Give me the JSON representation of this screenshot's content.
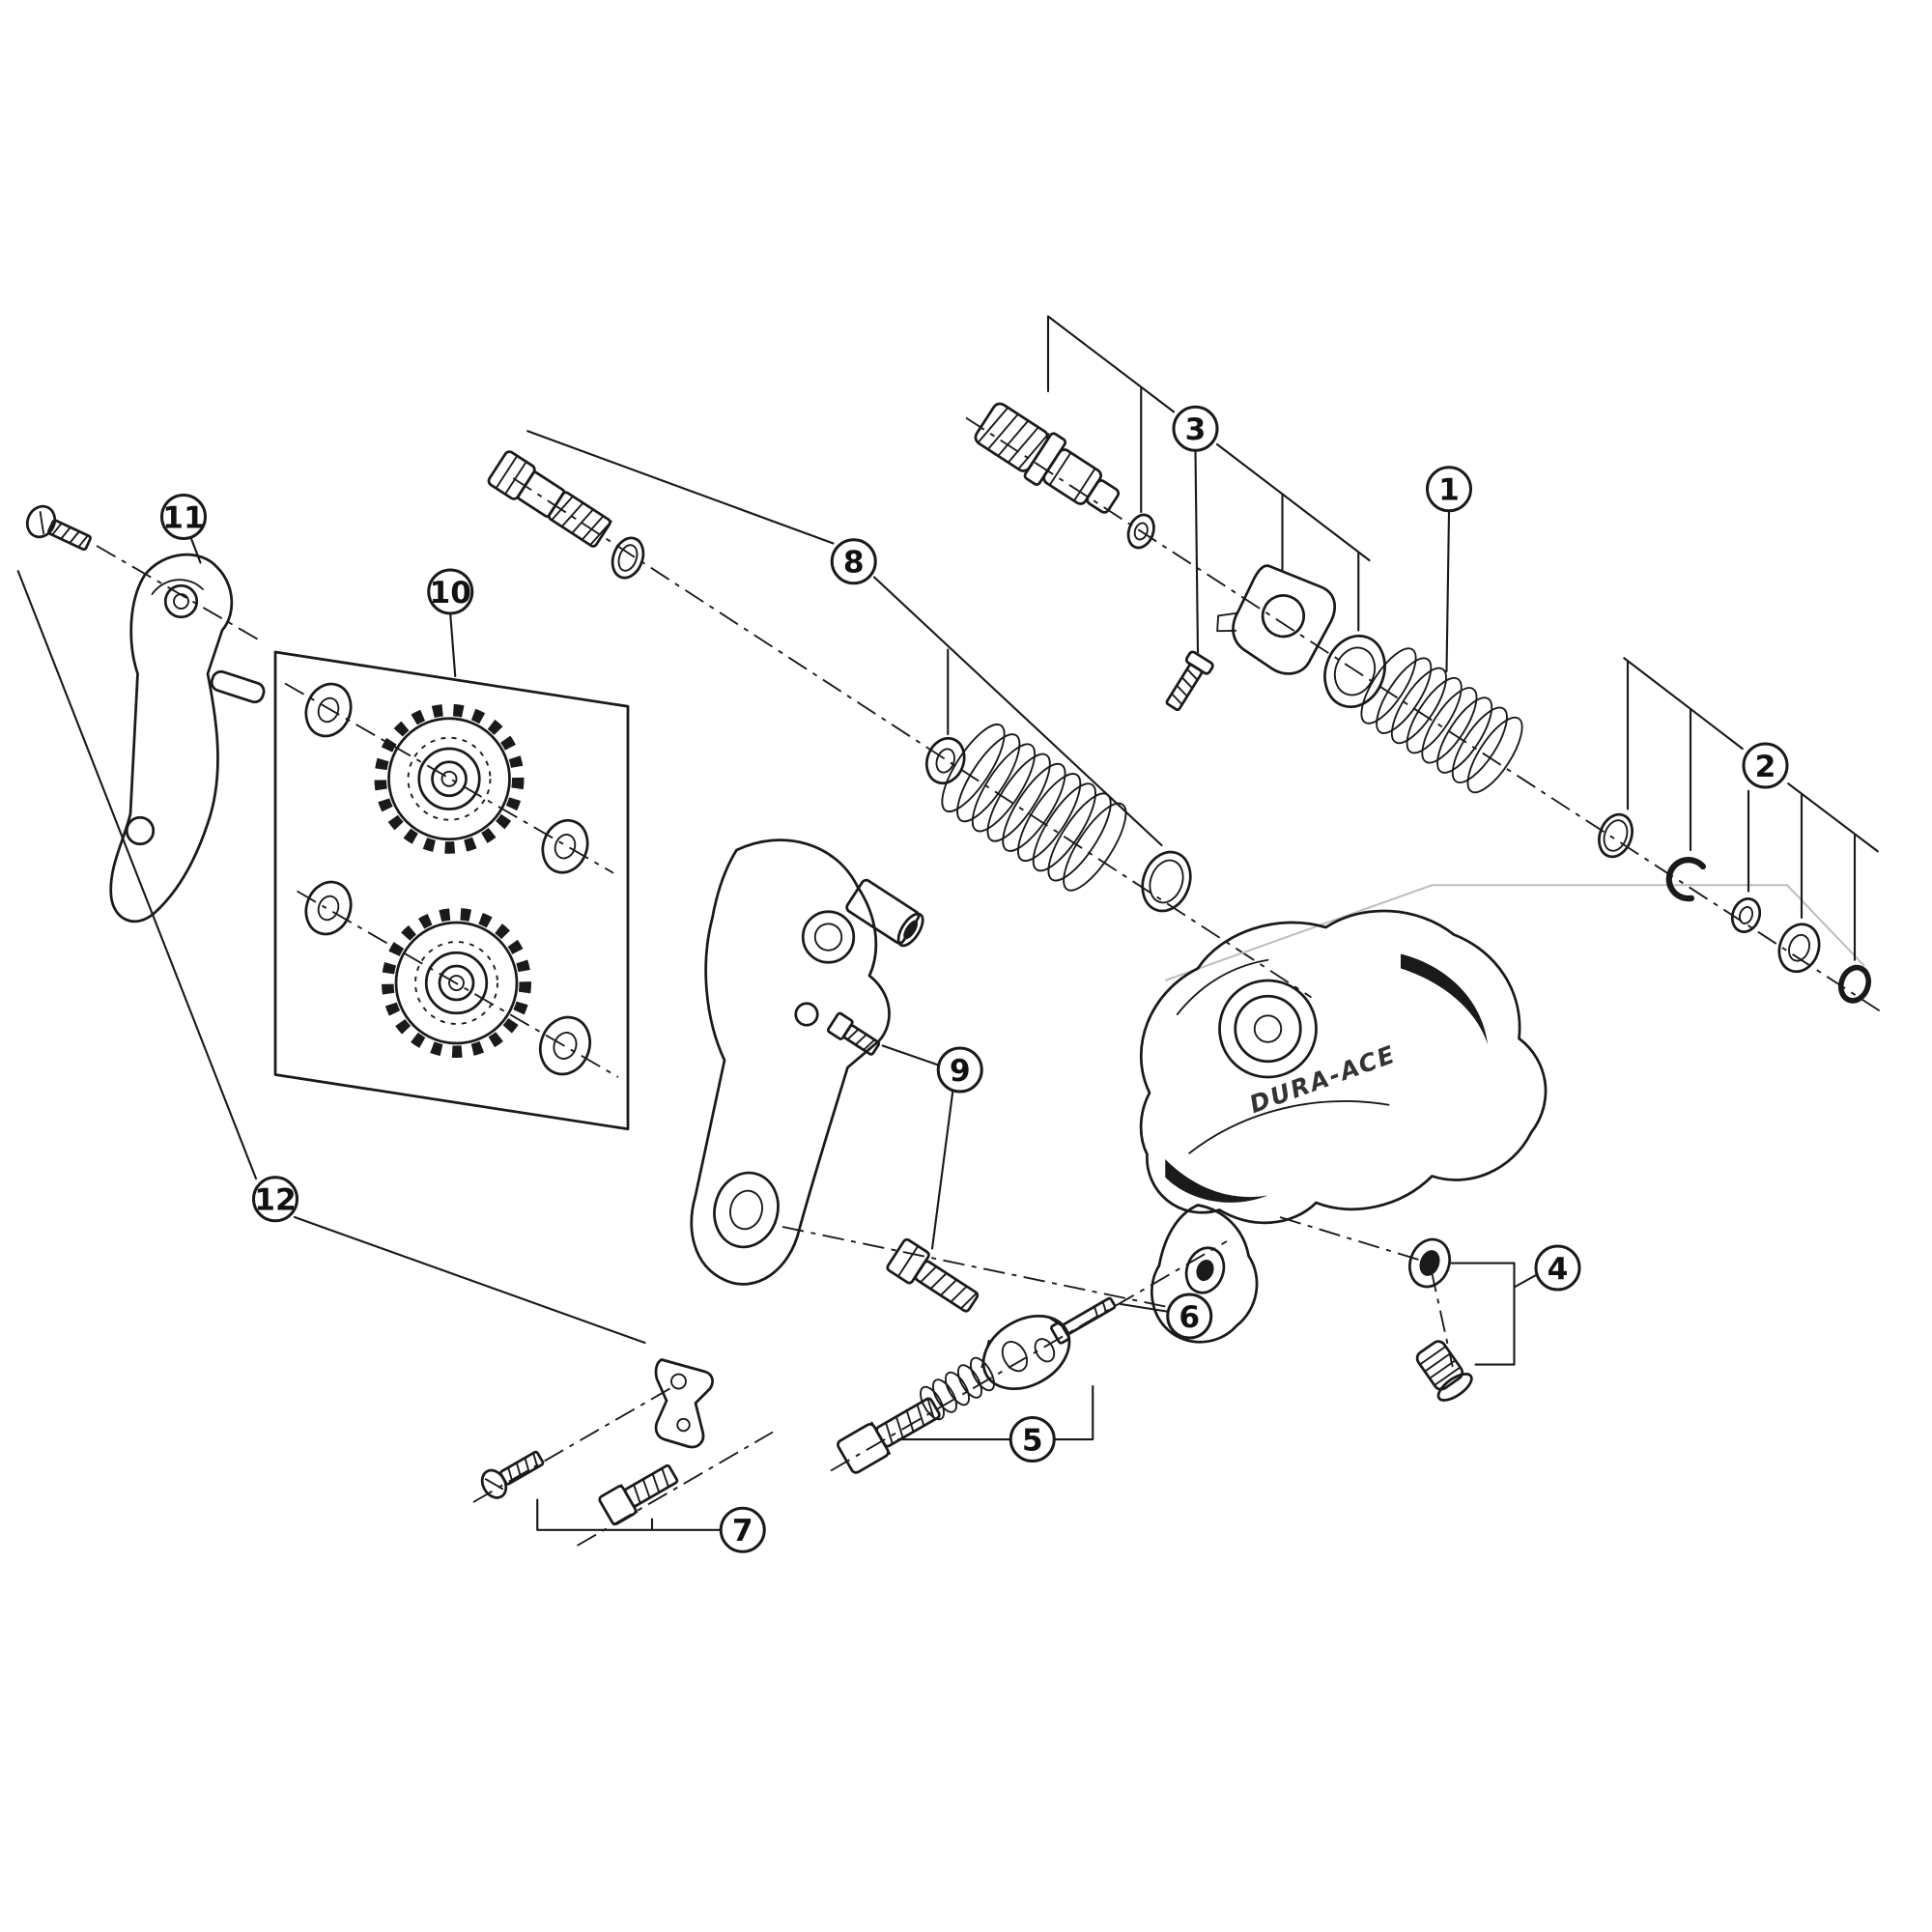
{
  "diagram": {
    "background": "#ffffff",
    "line_color": "#1a1a1a",
    "construction_line_color": "#bdbdbd",
    "brand_text": "DURA-ACE",
    "callouts": [
      {
        "label": "1"
      },
      {
        "label": "2"
      },
      {
        "label": "3"
      },
      {
        "label": "4"
      },
      {
        "label": "5"
      },
      {
        "label": "6"
      },
      {
        "label": "7"
      },
      {
        "label": "8"
      },
      {
        "label": "9"
      },
      {
        "label": "10"
      },
      {
        "label": "11"
      },
      {
        "label": "12"
      }
    ]
  }
}
